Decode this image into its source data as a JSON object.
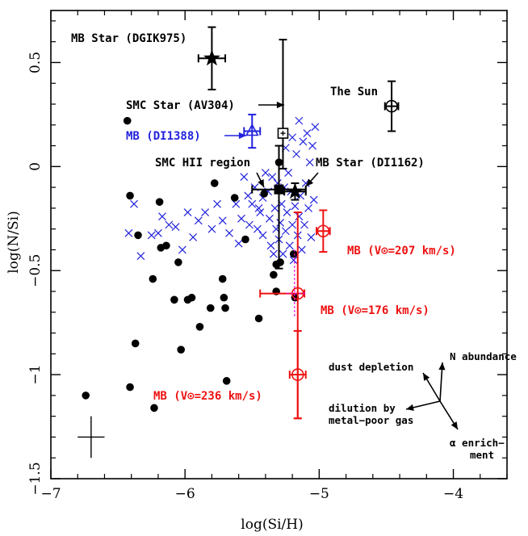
{
  "chart_data": {
    "type": "scatter",
    "xlabel": "log(Si/H)",
    "ylabel": "log(N/Si)",
    "xlim": [
      -7,
      -3.6
    ],
    "ylim": [
      -1.5,
      0.75
    ],
    "xticks": [
      -7,
      -6,
      -5,
      -4
    ],
    "xtick_labels": [
      "−7",
      "−6",
      "−5",
      "−4"
    ],
    "yticks": [
      -1.5,
      -1,
      -0.5,
      0,
      0.5
    ],
    "ytick_labels": [
      "−1.5",
      "−1",
      "−0.5",
      "0",
      "0.5"
    ],
    "grid": false,
    "colors": {
      "black": "#000000",
      "blue": "#2222dd",
      "red": "#ee1111",
      "magenta": "#ee00ee"
    },
    "filled_circles": [
      [
        -6.74,
        -1.1
      ],
      [
        -6.43,
        0.22
      ],
      [
        -6.41,
        -0.14
      ],
      [
        -6.41,
        -1.06
      ],
      [
        -6.37,
        -0.85
      ],
      [
        -6.35,
        -0.33
      ],
      [
        -6.24,
        -0.54
      ],
      [
        -6.23,
        -1.16
      ],
      [
        -6.19,
        -0.17
      ],
      [
        -6.18,
        -0.39
      ],
      [
        -6.14,
        -0.38
      ],
      [
        -6.08,
        -0.64
      ],
      [
        -6.05,
        -0.46
      ],
      [
        -6.03,
        -0.88
      ],
      [
        -5.98,
        -0.64
      ],
      [
        -5.95,
        -0.63
      ],
      [
        -5.89,
        -0.77
      ],
      [
        -5.81,
        -0.68
      ],
      [
        -5.78,
        -0.08
      ],
      [
        -5.72,
        -0.54
      ],
      [
        -5.71,
        -0.63
      ],
      [
        -5.7,
        -0.68
      ],
      [
        -5.69,
        -1.03
      ],
      [
        -5.63,
        -0.15
      ],
      [
        -5.55,
        -0.35
      ],
      [
        -5.45,
        -0.73
      ],
      [
        -5.41,
        -0.13
      ],
      [
        -5.34,
        -0.52
      ],
      [
        -5.32,
        -0.47
      ],
      [
        -5.32,
        -0.6
      ],
      [
        -5.29,
        -0.46
      ],
      [
        -5.3,
        0.02
      ],
      [
        -5.19,
        -0.42
      ],
      [
        -5.18,
        -0.63
      ]
    ],
    "crosses_blue": [
      [
        -5.58,
        -0.25
      ],
      [
        -5.56,
        -0.05
      ],
      [
        -5.52,
        -0.28
      ],
      [
        -5.5,
        -0.18
      ],
      [
        -5.48,
        -0.1
      ],
      [
        -5.46,
        -0.3
      ],
      [
        -5.44,
        -0.22
      ],
      [
        -5.42,
        -0.33
      ],
      [
        -5.42,
        -0.15
      ],
      [
        -5.4,
        -0.03
      ],
      [
        -5.38,
        -0.12
      ],
      [
        -5.37,
        -0.25
      ],
      [
        -5.36,
        -0.38
      ],
      [
        -5.34,
        -0.42
      ],
      [
        -5.33,
        -0.2
      ],
      [
        -5.32,
        -0.3
      ],
      [
        -5.31,
        -0.08
      ],
      [
        -5.3,
        -0.35
      ],
      [
        -5.29,
        -0.27
      ],
      [
        -5.28,
        -0.18
      ],
      [
        -5.27,
        -0.42
      ],
      [
        -5.26,
        -0.1
      ],
      [
        -5.25,
        -0.31
      ],
      [
        -5.24,
        -0.22
      ],
      [
        -5.23,
        -0.03
      ],
      [
        -5.22,
        -0.38
      ],
      [
        -5.21,
        -0.12
      ],
      [
        -5.2,
        -0.28
      ],
      [
        -5.19,
        -0.45
      ],
      [
        -5.18,
        -0.19
      ],
      [
        -5.17,
        0.06
      ],
      [
        -5.16,
        -0.33
      ],
      [
        -5.15,
        -0.24
      ],
      [
        -5.14,
        -0.14
      ],
      [
        -5.13,
        -0.4
      ],
      [
        -5.12,
        0.12
      ],
      [
        -5.11,
        -0.28
      ],
      [
        -5.1,
        -0.08
      ],
      [
        -5.09,
        0.16
      ],
      [
        -5.08,
        -0.2
      ],
      [
        -5.07,
        0.02
      ],
      [
        -5.06,
        -0.34
      ],
      [
        -5.05,
        0.1
      ],
      [
        -5.04,
        -0.16
      ],
      [
        -5.03,
        0.19
      ],
      [
        -5.15,
        0.22
      ],
      [
        -5.2,
        0.14
      ],
      [
        -5.25,
        0.09
      ],
      [
        -5.35,
        -0.05
      ],
      [
        -5.45,
        -0.2
      ],
      [
        -5.62,
        -0.18
      ],
      [
        -5.67,
        -0.32
      ],
      [
        -5.72,
        -0.26
      ],
      [
        -5.76,
        -0.18
      ],
      [
        -5.8,
        -0.3
      ],
      [
        -5.85,
        -0.22
      ],
      [
        -5.9,
        -0.26
      ],
      [
        -5.94,
        -0.34
      ],
      [
        -5.98,
        -0.22
      ],
      [
        -6.02,
        -0.4
      ],
      [
        -6.07,
        -0.29
      ],
      [
        -6.12,
        -0.28
      ],
      [
        -6.17,
        -0.24
      ],
      [
        -6.2,
        -0.32
      ],
      [
        -6.25,
        -0.33
      ],
      [
        -6.33,
        -0.43
      ],
      [
        -6.38,
        -0.18
      ],
      [
        -6.42,
        -0.32
      ],
      [
        -5.6,
        -0.37
      ],
      [
        -5.53,
        -0.14
      ]
    ],
    "special_points": [
      {
        "name": "MB Star (DGIK975)",
        "x": -5.8,
        "y": 0.52,
        "xerr": 0.1,
        "yerr": [
          0.15,
          0.15
        ],
        "marker": "star",
        "color": "black"
      },
      {
        "name": "SMC Star (AV304)",
        "x": -5.27,
        "y": 0.16,
        "xerr": 0.0,
        "yerr": [
          0.17,
          0.45
        ],
        "marker": "open-square",
        "color": "black"
      },
      {
        "name": "MB (DI1388)",
        "x": -5.5,
        "y": 0.17,
        "xerr": 0.06,
        "yerr": [
          0.08,
          0.08
        ],
        "marker": "open-triangle-cross",
        "color": "blue"
      },
      {
        "name": "SMC HII region",
        "x": -5.3,
        "y": -0.11,
        "xerr": 0.2,
        "yerr": [
          0.38,
          0.21
        ],
        "marker": "filled-square",
        "color": "black"
      },
      {
        "name": "MB Star (DI1162)",
        "x": -5.18,
        "y": -0.12,
        "xerr": 0.08,
        "yerr": [
          0.04,
          0.04
        ],
        "marker": "star",
        "color": "black"
      },
      {
        "name": "The Sun",
        "x": -4.46,
        "y": 0.29,
        "xerr": 0.05,
        "yerr": [
          0.12,
          0.12
        ],
        "marker": "sun",
        "color": "black"
      },
      {
        "name": "MB (V⊙=207 km/s)",
        "x": -4.97,
        "y": -0.31,
        "xerr": 0.05,
        "yerr": [
          0.1,
          0.1
        ],
        "marker": "circle-plus",
        "color": "red"
      },
      {
        "name": "MB (V⊙=176 km/s)",
        "x": -5.16,
        "y": -0.61,
        "xerr": [
          0.28,
          0.05
        ],
        "yerr": [
          0.6,
          0.39
        ],
        "marker": "circle-plus",
        "color": "red"
      },
      {
        "name": "MB (V⊙=236 km/s)",
        "x": -5.16,
        "y": -1.0,
        "xerr": 0.06,
        "yerr": [
          0.21,
          0.21
        ],
        "marker": "circle-plus",
        "color": "red"
      }
    ],
    "annotations": [
      {
        "text": "MB Star (DGIK975)",
        "color": "black"
      },
      {
        "text": "SMC Star (AV304)",
        "color": "black"
      },
      {
        "text": "The Sun",
        "color": "black"
      },
      {
        "text": "MB (DI1388)",
        "color": "blue"
      },
      {
        "text": "SMC HII region",
        "color": "black"
      },
      {
        "text": "MB Star (DI1162)",
        "color": "black"
      },
      {
        "text": "MB (V⊙=207 km/s)",
        "color": "red"
      },
      {
        "text": "MB (V⊙=176 km/s)",
        "color": "red"
      },
      {
        "text": "MB (V⊙=236 km/s)",
        "color": "red"
      }
    ],
    "vector_diagram": {
      "n_abundance": "N abundance",
      "dust_depletion": "dust depletion",
      "dilution_line1": "dilution by",
      "dilution_line2": "metal−poor gas",
      "alpha_line1": "α enrich−",
      "alpha_line2": "ment"
    },
    "typical_error_bar": {
      "x": -6.7,
      "y": -1.3,
      "xerr": 0.1,
      "yerr": 0.1
    }
  }
}
